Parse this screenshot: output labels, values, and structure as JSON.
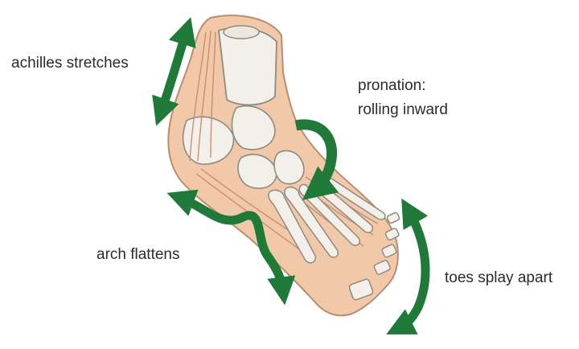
{
  "labels": {
    "achilles": "achilles stretches",
    "pronation_line1": "pronation:",
    "pronation_line2": "rolling inward",
    "arch": "arch flattens",
    "toes": "toes splay apart"
  },
  "colors": {
    "arrow": "#1f7a3a",
    "skin": "#f1c9a8",
    "skin_outline": "#b98d6e",
    "bone": "#f3f0ea",
    "bone_outline": "#8f8a82",
    "tendon": "#d9a58a"
  },
  "icons": [
    "achilles-arrow-icon",
    "pronation-arrow-icon",
    "arch-arrow-icon",
    "toes-arrow-icon"
  ]
}
